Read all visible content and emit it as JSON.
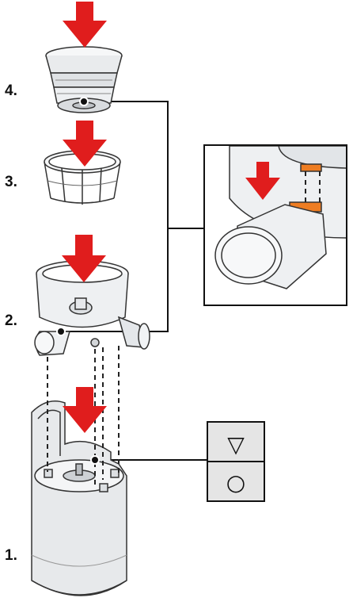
{
  "steps": [
    {
      "label": "4.",
      "part": "filter-screw"
    },
    {
      "label": "3.",
      "part": "rotating-brush"
    },
    {
      "label": "2.",
      "part": "juicing-bowl"
    },
    {
      "label": "1.",
      "part": "motor-base"
    }
  ],
  "symbols": {
    "unlock": "▽",
    "lock": "○"
  },
  "colors": {
    "arrow": "#e01d1d",
    "marker": "#ee7d22",
    "stroke": "#222222",
    "part_fill": "#eef0f2",
    "base_fill": "#e7e9eb",
    "panel_fill": "#e5e5e5"
  },
  "icons": [
    "down-arrow-icon"
  ]
}
